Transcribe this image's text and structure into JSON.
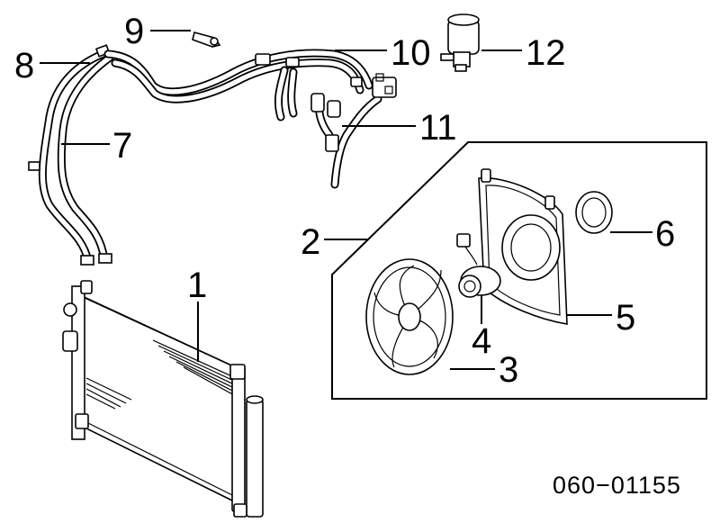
{
  "callouts": {
    "c1": "1",
    "c2": "2",
    "c3": "3",
    "c4": "4",
    "c5": "5",
    "c6": "6",
    "c7": "7",
    "c8": "8",
    "c9": "9",
    "c10": "10",
    "c11": "11",
    "c12": "12"
  },
  "reference_number": "060−01155",
  "colors": {
    "ink": "#000000",
    "paper": "#ffffff"
  }
}
